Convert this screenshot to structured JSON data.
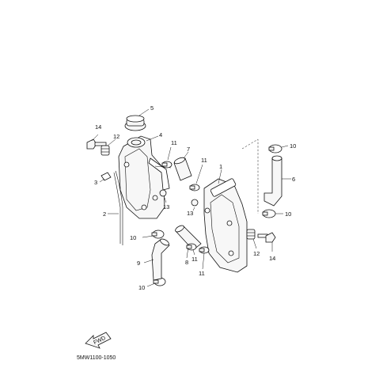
{
  "diagram": {
    "code": "5MW1100-1050",
    "arrow_text": "FWD",
    "labels": {
      "p1": "1",
      "p2": "2",
      "p3": "3",
      "p4": "4",
      "p5": "5",
      "p6": "6",
      "p7": "7",
      "p8": "8",
      "p9": "9",
      "p10a": "10",
      "p10b": "10",
      "p10c": "10",
      "p10d": "10",
      "p11a": "11",
      "p11b": "11",
      "p11c": "11",
      "p11d": "11",
      "p12a": "12",
      "p12b": "12",
      "p13a": "13",
      "p13b": "13",
      "p14a": "14",
      "p14b": "14"
    }
  }
}
